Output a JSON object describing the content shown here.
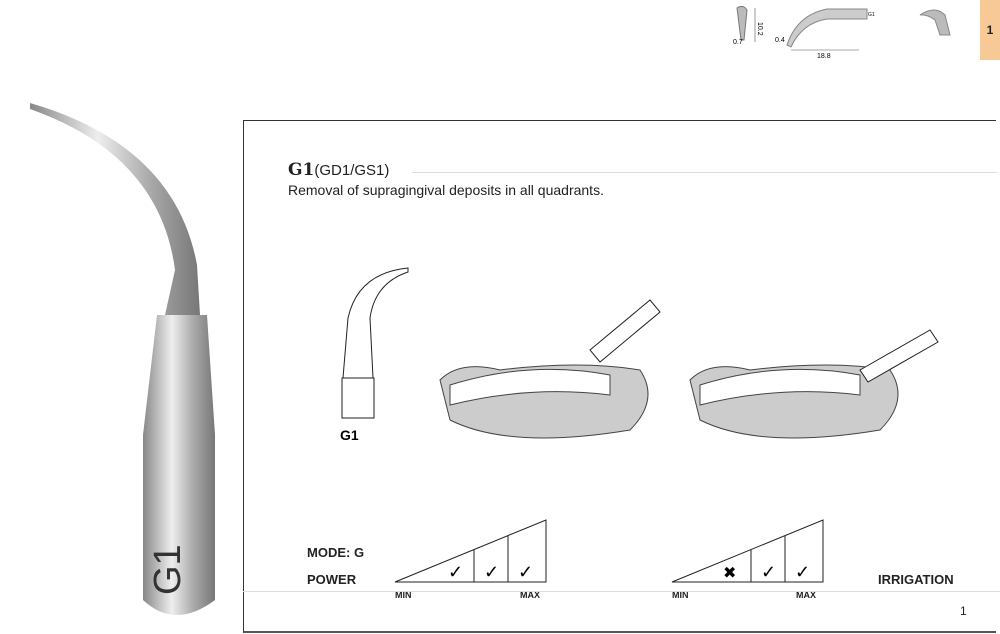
{
  "header": {
    "page_tab": "1",
    "dims": {
      "a": "0.7",
      "b": "10.2",
      "c": "0.4",
      "d": "18.8",
      "tip_mark": "G1"
    }
  },
  "tip": {
    "engraving": "G1"
  },
  "product": {
    "code": "G1",
    "aliases": "(GD1/GS1)",
    "description": "Removal of supragingival deposits in all quadrants.",
    "diagram_label": "G1"
  },
  "mode": {
    "label": "MODE: G"
  },
  "power": {
    "label": "POWER",
    "min": "MIN",
    "max": "MAX",
    "levels": [
      "",
      "check",
      "check",
      "check"
    ]
  },
  "irrigation": {
    "label": "IRRIGATION",
    "min": "MIN",
    "max": "MAX",
    "levels": [
      "",
      "cross",
      "check",
      "check"
    ]
  },
  "page_number": "1"
}
